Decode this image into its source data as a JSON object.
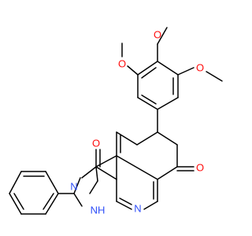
{
  "structure": {
    "atoms": {
      "methoxy_top": "O",
      "methoxy_left": "O",
      "methoxy_right": "O",
      "carbonyl_left": "O",
      "carbonyl_right": "O",
      "pyrazole_n": "N",
      "nh": "NH",
      "pyridine_n": "N"
    },
    "colors": {
      "bond": "#000000",
      "oxygen": "#ff0d0d",
      "nitrogen": "#3050f8",
      "background": "#ffffff"
    }
  }
}
